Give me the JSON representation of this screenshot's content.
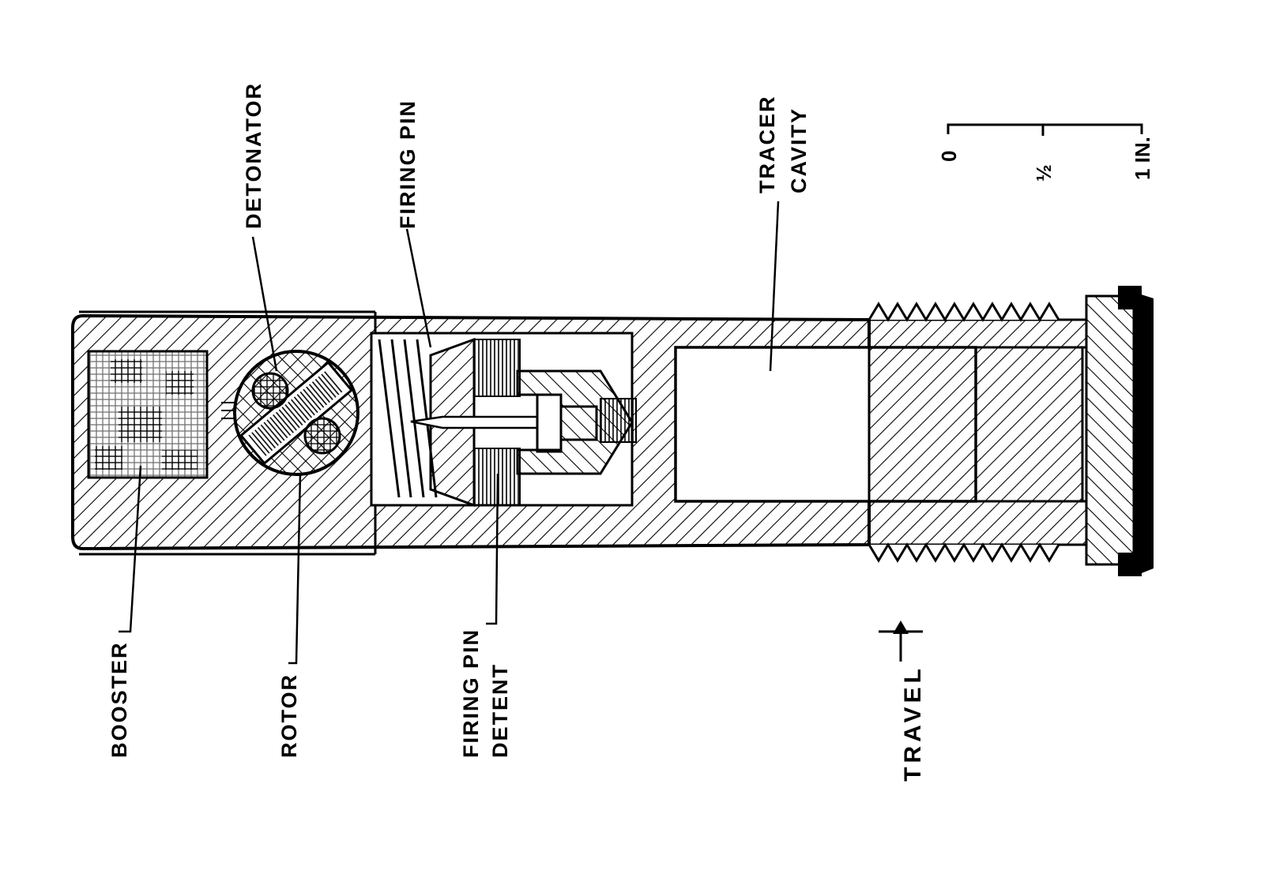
{
  "labels": {
    "booster": "BOOSTER",
    "detonator": "DETONATOR",
    "rotor": "ROTOR",
    "firing_pin": "FIRING PIN",
    "firing_pin_detent_line1": "FIRING PIN",
    "firing_pin_detent_line2": "DETENT",
    "tracer_cavity_line1": "TRACER",
    "tracer_cavity_line2": "CAVITY",
    "travel": "TRAVEL"
  },
  "scale": {
    "zero": "0",
    "half": "½",
    "one": "1 IN."
  },
  "colors": {
    "ink": "#000000",
    "paper": "#ffffff"
  }
}
